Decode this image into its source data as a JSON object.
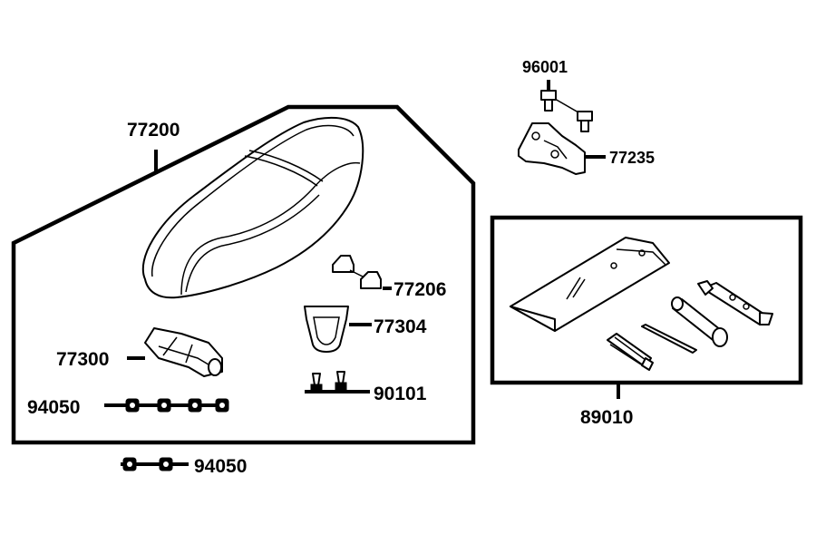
{
  "parts": {
    "seat": "77200",
    "seat_hook": "77206",
    "seat_bracket": "77304",
    "seat_hinge": "77300",
    "screws": "90101",
    "nuts_row": "94050",
    "nuts_pair": "94050",
    "lock_bolts": "96001",
    "lock_latch": "77235",
    "tool_kit": "89010"
  },
  "colors": {
    "line": "#000000",
    "background": "#ffffff"
  }
}
